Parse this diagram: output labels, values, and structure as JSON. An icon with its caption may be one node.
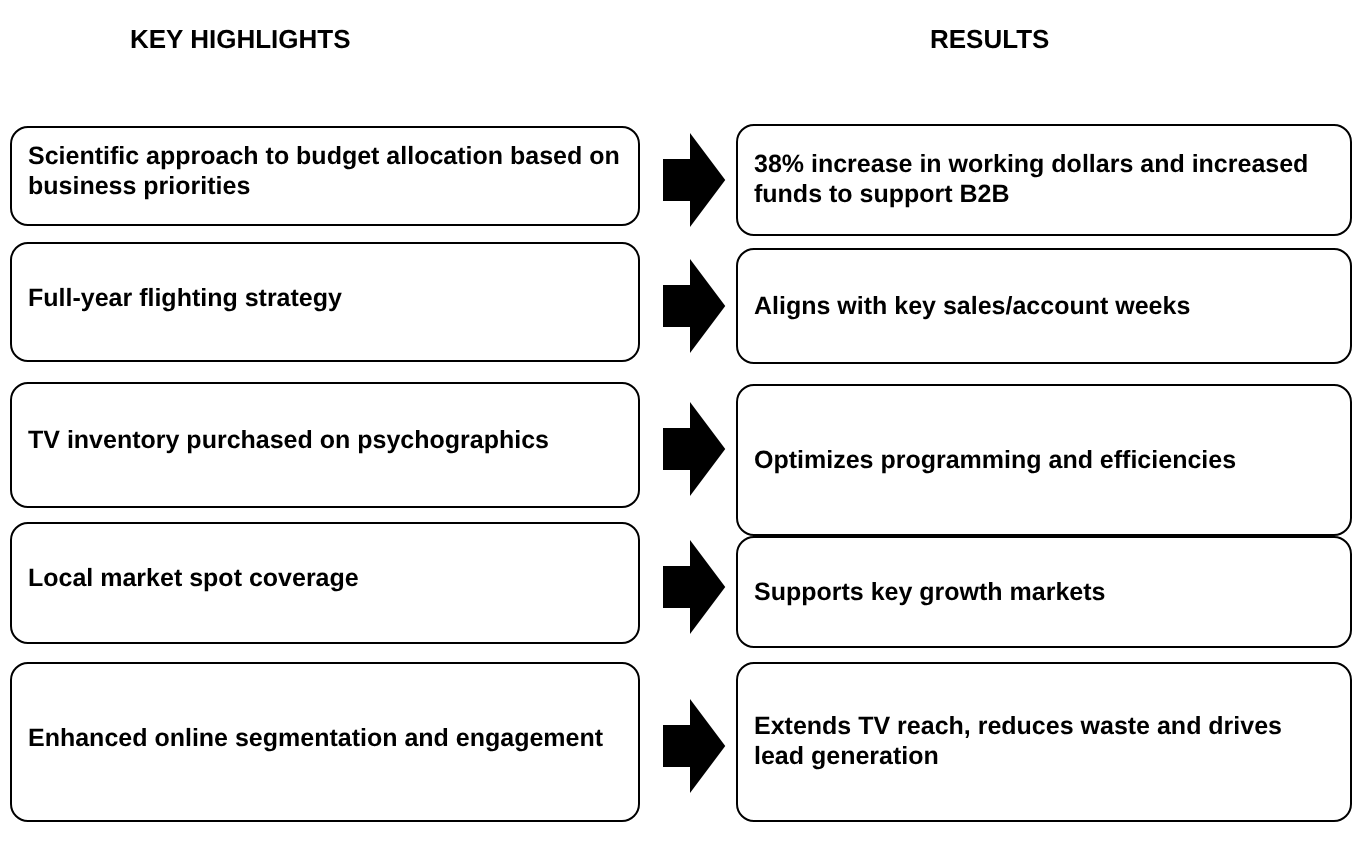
{
  "diagram": {
    "nodes": [
      {
        "text": [
          "Scientific approach to budget allocation based on business priorities"
        ]
      },
      {
        "text": [
          "38% increase in working dollars and increased funds to support B2B"
        ]
      },
      {
        "text": [
          "Full-year flighting strategy"
        ]
      },
      {
        "text": [
          "Aligns with key sales/account weeks"
        ]
      },
      {
        "text": [
          "TV inventory purchased on psychographics"
        ]
      },
      {
        "text": [
          "Optimizes programming and efficiencies"
        ]
      },
      {
        "text": [
          "Local market spot coverage"
        ]
      },
      {
        "text": [
          "Supports key growth markets"
        ]
      },
      {
        "text": [
          "Enhanced online segmentation and engagement"
        ]
      },
      {
        "text": [
          "Extends TV reach, reduces waste and drives lead generation"
        ]
      }
    ],
    "edges": [
      {
        "from": 0,
        "to": 1,
        "arrow": "to"
      },
      {
        "from": 2,
        "to": 3,
        "arrow": "to"
      },
      {
        "from": 4,
        "to": 5,
        "arrow": "to"
      },
      {
        "from": 6,
        "to": 7,
        "arrow": "to"
      },
      {
        "from": 8,
        "to": 9,
        "arrow": "to"
      }
    ],
    "labels": [
      "KEY HIGHLIGHTS",
      "RESULTS"
    ]
  }
}
